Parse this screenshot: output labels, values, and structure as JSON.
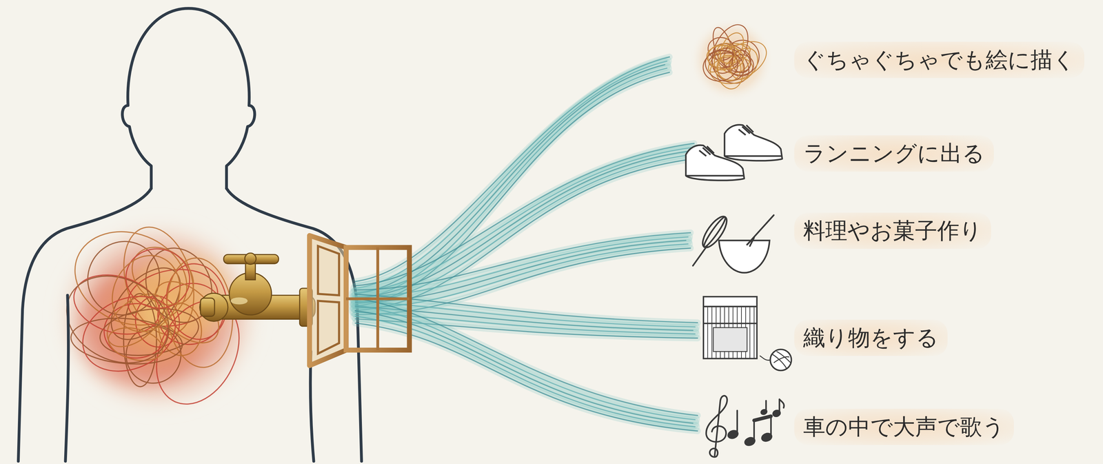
{
  "diagram": {
    "labels": [
      "ぐちゃぐちゃでも絵に描く",
      "ランニングに出る",
      "料理やお菓子作り",
      "織り物をする",
      "車の中で大声で歌う"
    ]
  }
}
